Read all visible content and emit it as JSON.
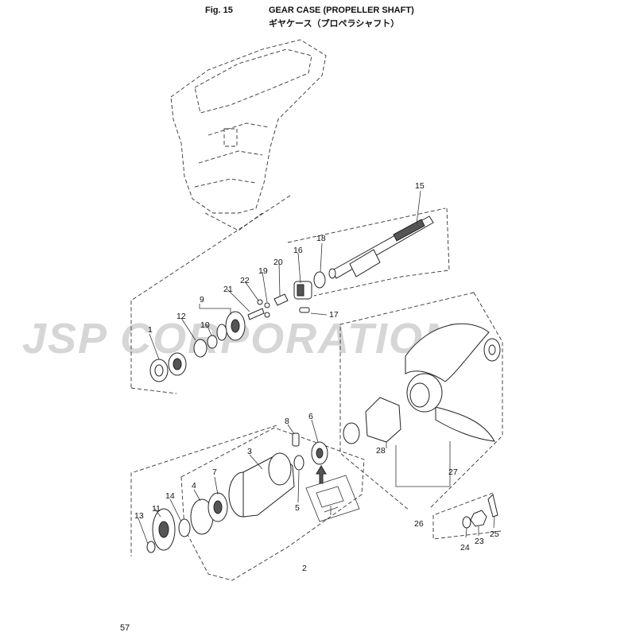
{
  "header": {
    "fig_label": "Fig. 15",
    "title_en": "GEAR CASE (PROPELLER SHAFT)",
    "title_ja": "ギヤケース（プロペラシャフト）"
  },
  "watermark": {
    "text": "JSP CORPORATION"
  },
  "page_number": "57",
  "callouts": {
    "c1": "1",
    "c2": "2",
    "c3": "3",
    "c4": "4",
    "c5": "5",
    "c6": "6",
    "c7": "7",
    "c8": "8",
    "c9": "9",
    "c10": "10",
    "c11": "11",
    "c12": "12",
    "c13": "13",
    "c14": "14",
    "c15": "15",
    "c16": "16",
    "c17": "17",
    "c18": "18",
    "c19": "19",
    "c20": "20",
    "c21": "21",
    "c22": "22",
    "c23": "23",
    "c24": "24",
    "c25": "25",
    "c26": "26",
    "c27": "27",
    "c28": "28"
  },
  "colors": {
    "line": "#222222",
    "watermark": "#d6d6d6",
    "background": "#ffffff"
  }
}
